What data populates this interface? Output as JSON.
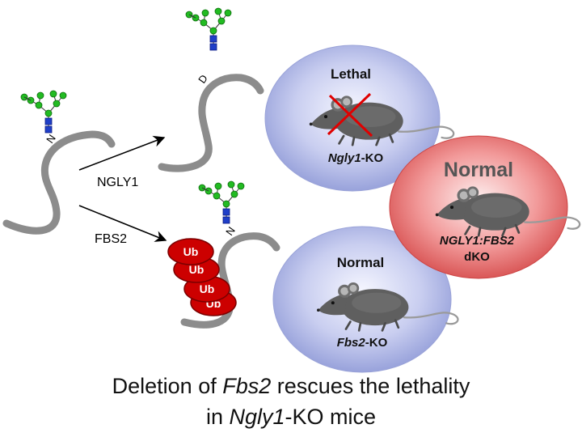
{
  "enzymes": {
    "ngly1": "NGLY1",
    "fbs2": "FBS2"
  },
  "residues": {
    "asn": "N",
    "asp": "D"
  },
  "ubiquitin": [
    "Ub",
    "Ub",
    "Ub",
    "Ub"
  ],
  "outcomes": {
    "ngly1_ko": {
      "status": "Lethal",
      "label_gene": "Ngly1",
      "label_suffix": "-KO"
    },
    "fbs2_ko": {
      "status": "Normal",
      "label_gene": "Fbs2",
      "label_suffix": "-KO"
    },
    "dko": {
      "status": "Normal",
      "label_line1": "NGLY1:FBS2",
      "label_line2": "dKO"
    }
  },
  "caption": {
    "line1_pre": "Deletion of ",
    "line1_gene": "Fbs2",
    "line1_post": " rescues the lethality",
    "line2_pre": "in ",
    "line2_gene": "Ngly1",
    "line2_post": "-KO mice"
  },
  "colors": {
    "protein_chain": "#8c8c8c",
    "glycan_mannose": "#22bb22",
    "glycan_glcnac": "#1f3fc8",
    "ubiquitin": "#cc0000",
    "cross_mark": "#e00000",
    "ellipse_blue": "#8d98d6",
    "ellipse_red": "#e05050",
    "mouse": "#5f5f5f"
  }
}
